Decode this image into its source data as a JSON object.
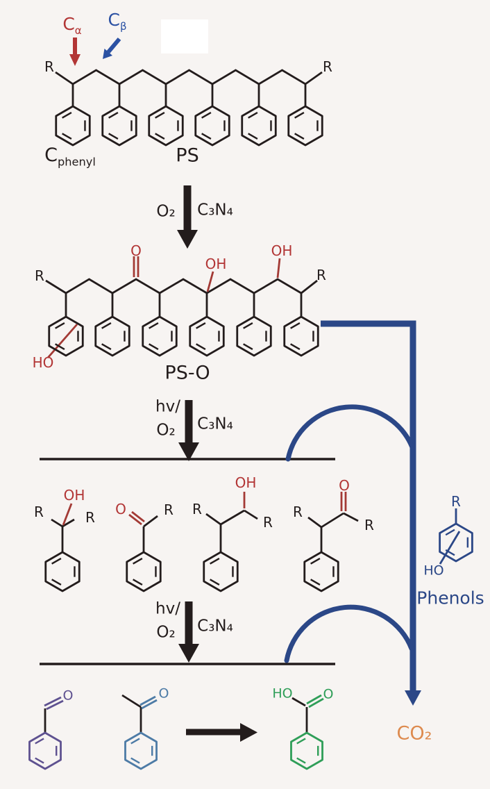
{
  "scheme": {
    "site_labels": {
      "c_alpha": {
        "base": "C",
        "sub": "α"
      },
      "c_beta": {
        "base": "C",
        "sub": "β"
      },
      "c_phenyl": {
        "base": "C",
        "sub": "phenyl"
      }
    },
    "polymer_top": {
      "name": "PS"
    },
    "polymer_oxidized": {
      "name": "PS-O"
    },
    "fragments": {
      "r": "R",
      "oh": "OH",
      "o": "O",
      "ho": "HO"
    },
    "steps": [
      {
        "reagent_left": "O₂",
        "catalyst": "C₃N₄"
      },
      {
        "reagent_line1": "hv/",
        "reagent_line2": "O₂",
        "catalyst": "C₃N₄"
      },
      {
        "reagent_line1": "hv/",
        "reagent_line2": "O₂",
        "catalyst": "C₃N₄"
      }
    ],
    "products_right": {
      "phenols_label": "Phenols",
      "co2": "CO₂"
    }
  },
  "colors": {
    "background": "#f7f4f2",
    "structure_black": "#231c1c",
    "oxidation_red": "#b23535",
    "c_beta_blue": "#2b51a3",
    "pathway_navy": "#2b4787",
    "benzaldehyde_purple": "#5e5190",
    "acetophenone_blue": "#4d7ba6",
    "benzoic_acid_green": "#2f9e58",
    "co2_orange": "#dd8a4e"
  }
}
